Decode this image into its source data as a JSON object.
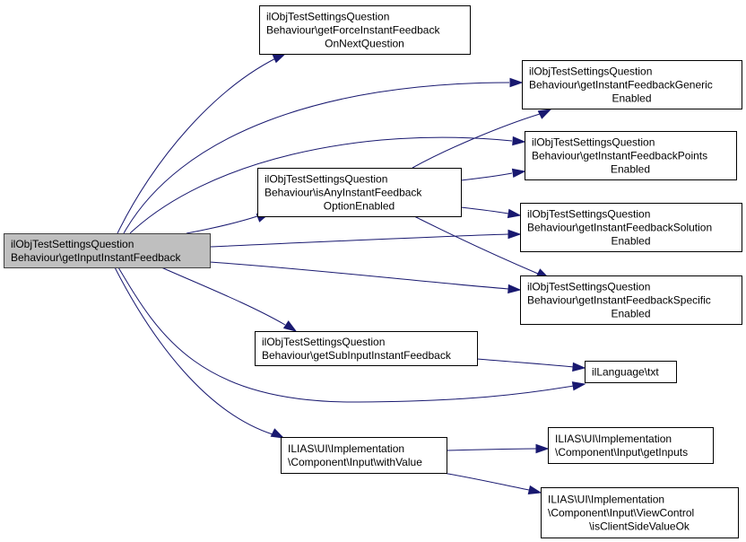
{
  "diagram": {
    "type": "call-graph",
    "nodes": [
      {
        "id": "root",
        "lines": [
          "ilObjTestSettingsQuestion",
          "Behaviour\\getInputInstantFeedback"
        ],
        "highlighted": true
      },
      {
        "id": "force",
        "lines": [
          "ilObjTestSettingsQuestion",
          "Behaviour\\getForceInstantFeedback",
          "OnNextQuestion"
        ]
      },
      {
        "id": "isany",
        "lines": [
          "ilObjTestSettingsQuestion",
          "Behaviour\\isAnyInstantFeedback",
          "OptionEnabled"
        ]
      },
      {
        "id": "generic",
        "lines": [
          "ilObjTestSettingsQuestion",
          "Behaviour\\getInstantFeedbackGeneric",
          "Enabled"
        ]
      },
      {
        "id": "points",
        "lines": [
          "ilObjTestSettingsQuestion",
          "Behaviour\\getInstantFeedbackPoints",
          "Enabled"
        ]
      },
      {
        "id": "solution",
        "lines": [
          "ilObjTestSettingsQuestion",
          "Behaviour\\getInstantFeedbackSolution",
          "Enabled"
        ]
      },
      {
        "id": "specific",
        "lines": [
          "ilObjTestSettingsQuestion",
          "Behaviour\\getInstantFeedbackSpecific",
          "Enabled"
        ]
      },
      {
        "id": "subinput",
        "lines": [
          "ilObjTestSettingsQuestion",
          "Behaviour\\getSubInputInstantFeedback"
        ]
      },
      {
        "id": "txt",
        "lines": [
          "ilLanguage\\txt"
        ]
      },
      {
        "id": "withvalue",
        "lines": [
          "ILIAS\\UI\\Implementation",
          "\\Component\\Input\\withValue"
        ]
      },
      {
        "id": "getinputs",
        "lines": [
          "ILIAS\\UI\\Implementation",
          "\\Component\\Input\\getInputs"
        ]
      },
      {
        "id": "clientside",
        "lines": [
          "ILIAS\\UI\\Implementation",
          "\\Component\\Input\\ViewControl",
          "\\isClientSideValueOk"
        ]
      }
    ],
    "edges": [
      {
        "from": "root",
        "to": "force"
      },
      {
        "from": "root",
        "to": "generic"
      },
      {
        "from": "root",
        "to": "points"
      },
      {
        "from": "root",
        "to": "isany"
      },
      {
        "from": "root",
        "to": "solution"
      },
      {
        "from": "root",
        "to": "specific"
      },
      {
        "from": "root",
        "to": "subinput"
      },
      {
        "from": "root",
        "to": "txt"
      },
      {
        "from": "root",
        "to": "withvalue"
      },
      {
        "from": "isany",
        "to": "generic"
      },
      {
        "from": "isany",
        "to": "points"
      },
      {
        "from": "isany",
        "to": "solution"
      },
      {
        "from": "isany",
        "to": "specific"
      },
      {
        "from": "subinput",
        "to": "txt"
      },
      {
        "from": "withvalue",
        "to": "getinputs"
      },
      {
        "from": "withvalue",
        "to": "clientside"
      }
    ],
    "colors": {
      "edge": "#191970",
      "root_fill": "#bfbfbf",
      "node_fill": "#ffffff",
      "node_border": "#000000"
    }
  }
}
